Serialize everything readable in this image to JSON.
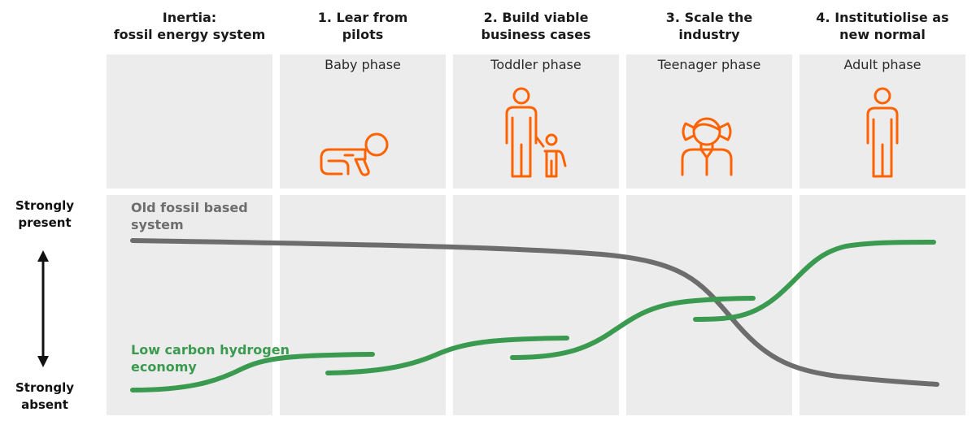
{
  "headers": [
    "Inertia:\nfossil energy system",
    "1. Lear from\npilots",
    "2. Build viable\nbusiness cases",
    "3. Scale the\nindustry",
    "4. Institutiolise as\nnew normal"
  ],
  "phases": [
    "Baby phase",
    "Toddler phase",
    "Teenager phase",
    "Adult phase"
  ],
  "icons": [
    "crawling-baby-icon",
    "parent-with-toddler-icon",
    "teenager-girl-icon",
    "adult-person-icon"
  ],
  "axis": {
    "top_label": "Strongly\npresent",
    "bottom_label": "Strongly\nabsent"
  },
  "curves": {
    "old": {
      "label": "Old fossil based\nsystem",
      "color": "#6d6d6d"
    },
    "new": {
      "label": "Low carbon hydrogen\neconomy",
      "color": "#3a9a4f"
    }
  },
  "colors": {
    "icon": "#ff6200",
    "panel": "#ececec"
  }
}
